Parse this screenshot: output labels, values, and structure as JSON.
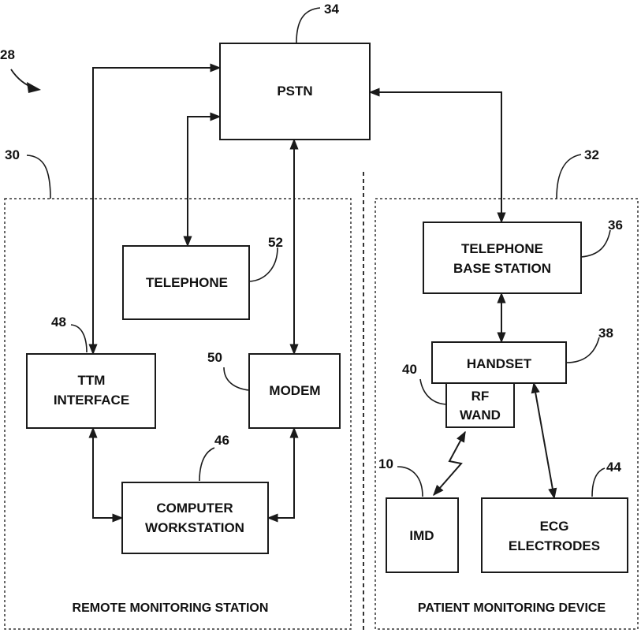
{
  "figure_number": "28",
  "regions": {
    "remote": {
      "ref": "30",
      "title": "REMOTE MONITORING STATION"
    },
    "patient": {
      "ref": "32",
      "title": "PATIENT MONITORING DEVICE"
    }
  },
  "blocks": {
    "pstn": {
      "ref": "34",
      "lines": [
        "PSTN"
      ]
    },
    "telephone": {
      "ref": "52",
      "lines": [
        "TELEPHONE"
      ]
    },
    "ttm": {
      "ref": "48",
      "lines": [
        "TTM",
        "INTERFACE"
      ]
    },
    "modem": {
      "ref": "50",
      "lines": [
        "MODEM"
      ]
    },
    "workstation": {
      "ref": "46",
      "lines": [
        "COMPUTER",
        "WORKSTATION"
      ]
    },
    "base": {
      "ref": "36",
      "lines": [
        "TELEPHONE",
        "BASE STATION"
      ]
    },
    "handset": {
      "ref": "38",
      "lines": [
        "HANDSET"
      ]
    },
    "rfwand": {
      "ref": "40",
      "lines": [
        "RF",
        "WAND"
      ]
    },
    "imd": {
      "ref": "10",
      "lines": [
        "IMD"
      ]
    },
    "ecg": {
      "ref": "44",
      "lines": [
        "ECG",
        "ELECTRODES"
      ]
    }
  },
  "connections": [
    {
      "from": "pstn",
      "to": "ttm"
    },
    {
      "from": "pstn",
      "to": "telephone"
    },
    {
      "from": "pstn",
      "to": "modem"
    },
    {
      "from": "pstn",
      "to": "base"
    },
    {
      "from": "ttm",
      "to": "workstation"
    },
    {
      "from": "modem",
      "to": "workstation"
    },
    {
      "from": "base",
      "to": "handset"
    },
    {
      "from": "handset",
      "to": "ecg"
    },
    {
      "from": "rfwand",
      "to": "imd",
      "kind": "wireless"
    }
  ],
  "colors": {
    "ink": "#1a1a1a",
    "background": "#ffffff"
  }
}
